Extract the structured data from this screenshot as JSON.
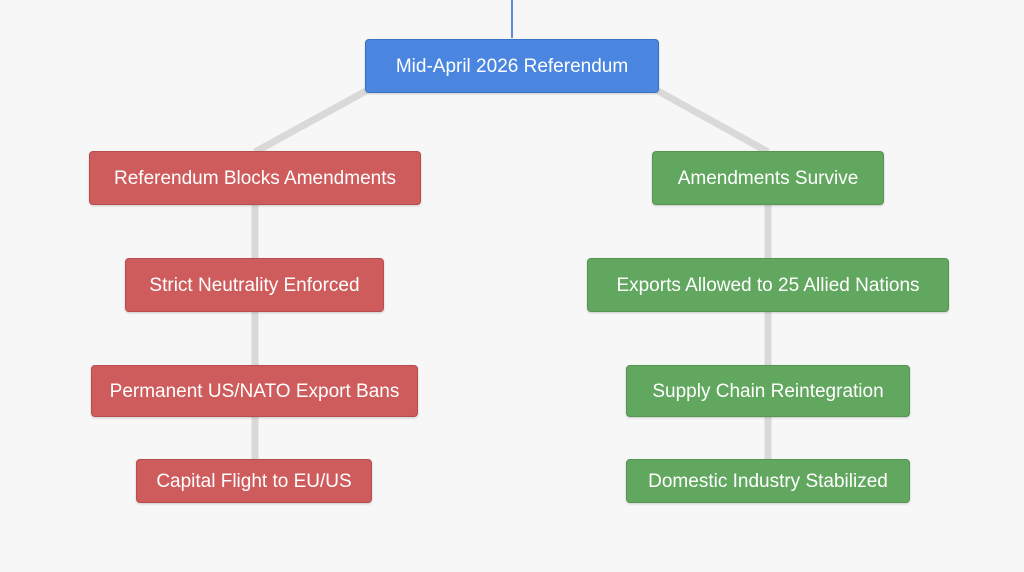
{
  "root": {
    "label": "Mid-April 2026 Referendum"
  },
  "left_branch": {
    "nodes": [
      "Referendum Blocks Amendments",
      "Strict Neutrality Enforced",
      "Permanent US/NATO Export Bans",
      "Capital Flight to EU/US"
    ]
  },
  "right_branch": {
    "nodes": [
      "Amendments Survive",
      "Exports Allowed to 25 Allied Nations",
      "Supply Chain Reintegration",
      "Domestic Industry Stabilized"
    ]
  },
  "colors": {
    "root": "#4a86e0",
    "left_branch": "#cf5c5c",
    "right_branch": "#62a75f",
    "connector": "#d9d9d9",
    "top_line": "#5b8ed6"
  }
}
